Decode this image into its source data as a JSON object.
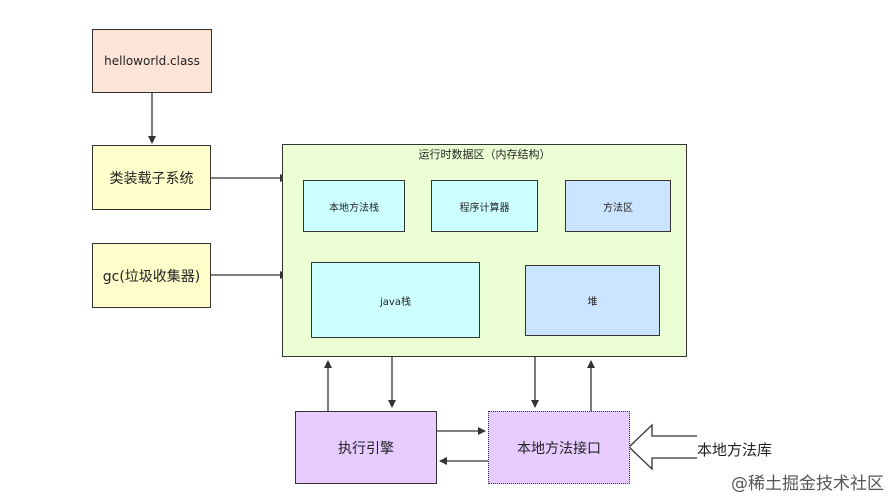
{
  "nodes": {
    "class_file": "helloworld.class",
    "class_loader": "类装载子系统",
    "gc": "gc(垃圾收集器)",
    "runtime_area_title": "运行时数据区（内存结构）",
    "native_method_stack": "本地方法栈",
    "program_counter": "程序计算器",
    "method_area": "方法区",
    "java_stack": "java栈",
    "heap": "堆",
    "execution_engine": "执行引擎",
    "native_interface": "本地方法接口",
    "native_library": "本地方法库"
  },
  "watermark": "@稀土掘金技术社区",
  "colors": {
    "class_file_fill": "#fce4d6",
    "yellow_fill": "#ffffcc",
    "runtime_fill": "#ecffd4",
    "cyan_fill": "#ccffff",
    "blue_fill": "#cce5ff",
    "purple_fill": "#e6ccff",
    "line": "#333333"
  }
}
